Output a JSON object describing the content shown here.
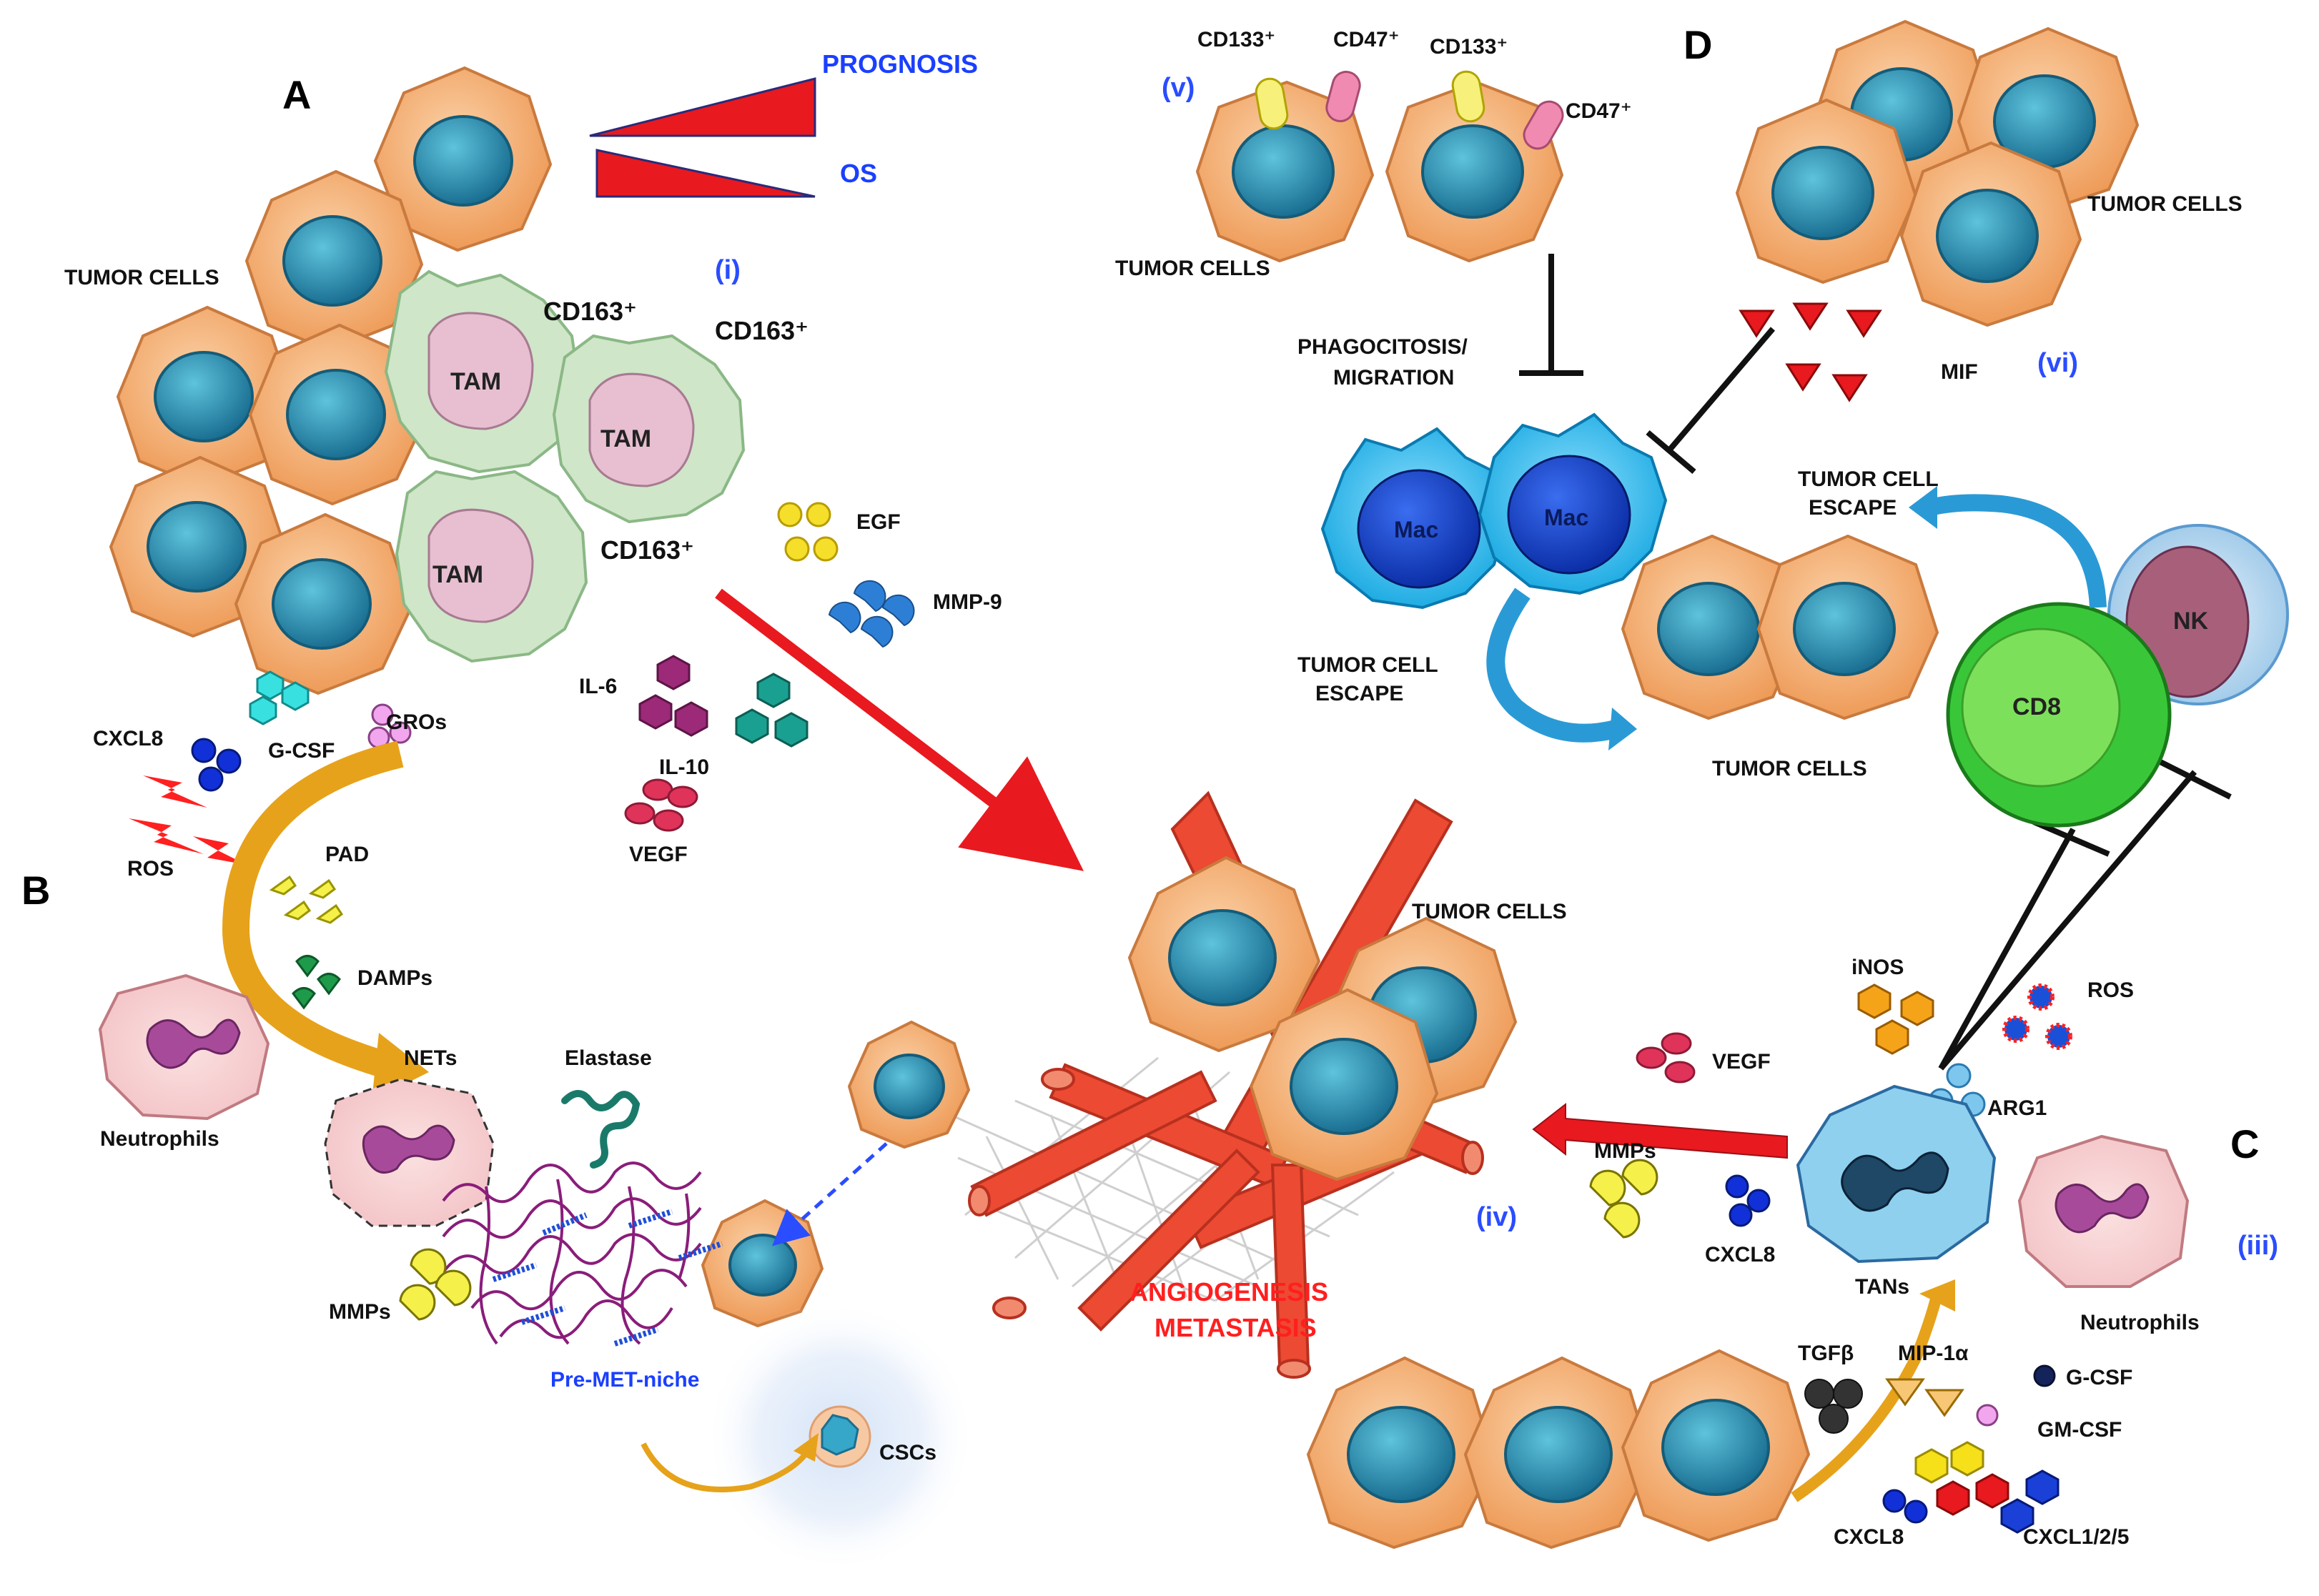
{
  "panels": {
    "a": "A",
    "b": "B",
    "c": "C",
    "d": "D"
  },
  "roman": {
    "i": "(i)",
    "iii": "(iii)",
    "iv": "(iv)",
    "v": "(v)",
    "vi": "(vi)"
  },
  "panel_a": {
    "prognosis": "PROGNOSIS",
    "os": "OS",
    "tumor_cells": "TUMOR CELLS",
    "tam": "TAM",
    "cd163": "CD163⁺",
    "egf": "EGF",
    "mmp9": "MMP-9",
    "il6": "IL-6",
    "il10": "IL-10",
    "vegf": "VEGF"
  },
  "panel_b": {
    "cxcl8": "CXCL8",
    "gcsf": "G-CSF",
    "gros": "GROs",
    "ros": "ROS",
    "pad": "PAD",
    "damps": "DAMPs",
    "neutrophils": "Neutrophils",
    "nets": "NETs",
    "elastase": "Elastase",
    "mmps": "MMPs",
    "pre_met_niche": "Pre-MET-niche",
    "cscs": "CSCs"
  },
  "center": {
    "tumor_cells": "TUMOR CELLS",
    "angiogenesis": "ANGIOGENESIS",
    "metastasis": "METASTASIS"
  },
  "panel_c": {
    "inos": "iNOS",
    "ros": "ROS",
    "arg1": "ARG1",
    "vegf": "VEGF",
    "mmps": "MMPs",
    "cxcl8": "CXCL8",
    "tans": "TANs",
    "neutrophils": "Neutrophils",
    "tgfb": "TGFβ",
    "mip1a": "MIP-1α",
    "gcsf": "G-CSF",
    "gmcsf": "GM-CSF",
    "cxcl8b": "CXCL8",
    "cxcl125": "CXCL1/2/5"
  },
  "panel_d": {
    "cd133": "CD133⁺",
    "cd47": "CD47⁺",
    "tumor_cells": "TUMOR CELLS",
    "phago1": "PHAGOCITOSIS/",
    "phago2": "MIGRATION",
    "mif": "MIF",
    "mac": "Mac",
    "escape1": "TUMOR CELL",
    "escape2": "ESCAPE",
    "tumor_cells_bottom": "TUMOR CELLS",
    "tumor_cells_right": "TUMOR CELLS",
    "cd8": "CD8",
    "nk": "NK"
  },
  "colors": {
    "tumor_cell": "#f5b27a",
    "nucleus": "#2f8fb0",
    "tam": "#cfe6c8",
    "vessel": "#ec4a32",
    "macrophage": "#38c4f0",
    "cd8": "#39c739",
    "arrow_red": "#e8191f",
    "arrow_orange": "#e6a21a",
    "blue_label": "#1a3fff"
  }
}
